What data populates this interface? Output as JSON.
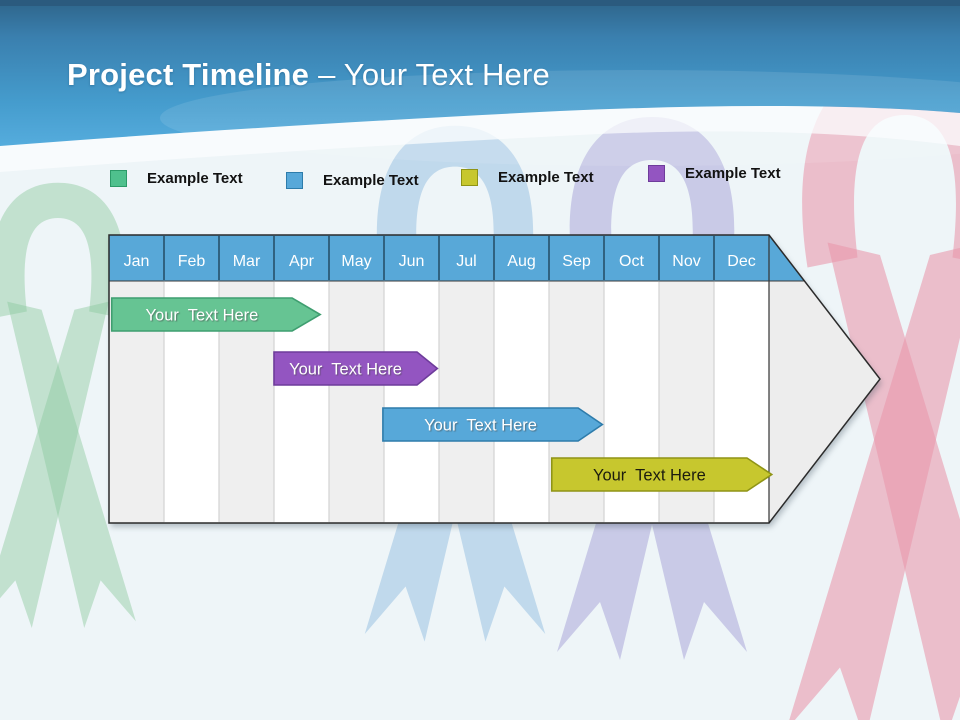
{
  "slide": {
    "title_bold": "Project Timeline",
    "title_rest": "– Your Text Here"
  },
  "legend": {
    "items": [
      {
        "label": "Example Text",
        "color": "#4fc08d",
        "border": "#2c9a68"
      },
      {
        "label": "Example Text",
        "color": "#57a8d9",
        "border": "#2d7cab"
      },
      {
        "label": "Example Text",
        "color": "#c7c72e",
        "border": "#8f9416"
      },
      {
        "label": "Example Text",
        "color": "#9355c1",
        "border": "#6e3c9b"
      }
    ]
  },
  "chart_data": {
    "type": "bar",
    "subtype": "gantt-timeline-arrow",
    "title": "Project Timeline – Your Text Here",
    "categories": [
      "Jan",
      "Feb",
      "Mar",
      "Apr",
      "May",
      "Jun",
      "Jul",
      "Aug",
      "Sep",
      "Oct",
      "Nov",
      "Dec"
    ],
    "header_fill": "#58a8d8",
    "header_text_color": "#ffffff",
    "stripe_colors": [
      "#efefef",
      "#ffffff"
    ],
    "arrowhead_fill": "#ededed",
    "outline_color": "#2b2b2b",
    "bars": [
      {
        "label": "Your  Text Here",
        "row": 0,
        "start_month": 0.05,
        "end_month": 3.33,
        "tip_month": 3.84,
        "fill": "#66c493",
        "stroke": "#3f9e70",
        "text_color": "#ffffff"
      },
      {
        "label": "Your  Text Here",
        "row": 1,
        "start_month": 3.0,
        "end_month": 5.6,
        "tip_month": 5.97,
        "fill": "#9355c1",
        "stroke": "#6e3c9b",
        "text_color": "#ffffff"
      },
      {
        "label": "Your  Text Here",
        "row": 2,
        "start_month": 4.98,
        "end_month": 8.53,
        "tip_month": 8.97,
        "fill": "#57a8d9",
        "stroke": "#2e7cab",
        "text_color": "#ffffff"
      },
      {
        "label": "Your  Text Here",
        "row": 3,
        "start_month": 8.05,
        "end_month": 11.6,
        "tip_month": 12.05,
        "fill": "#c7c72e",
        "stroke": "#8f9416",
        "text_color": "#1c1c0e"
      }
    ]
  }
}
